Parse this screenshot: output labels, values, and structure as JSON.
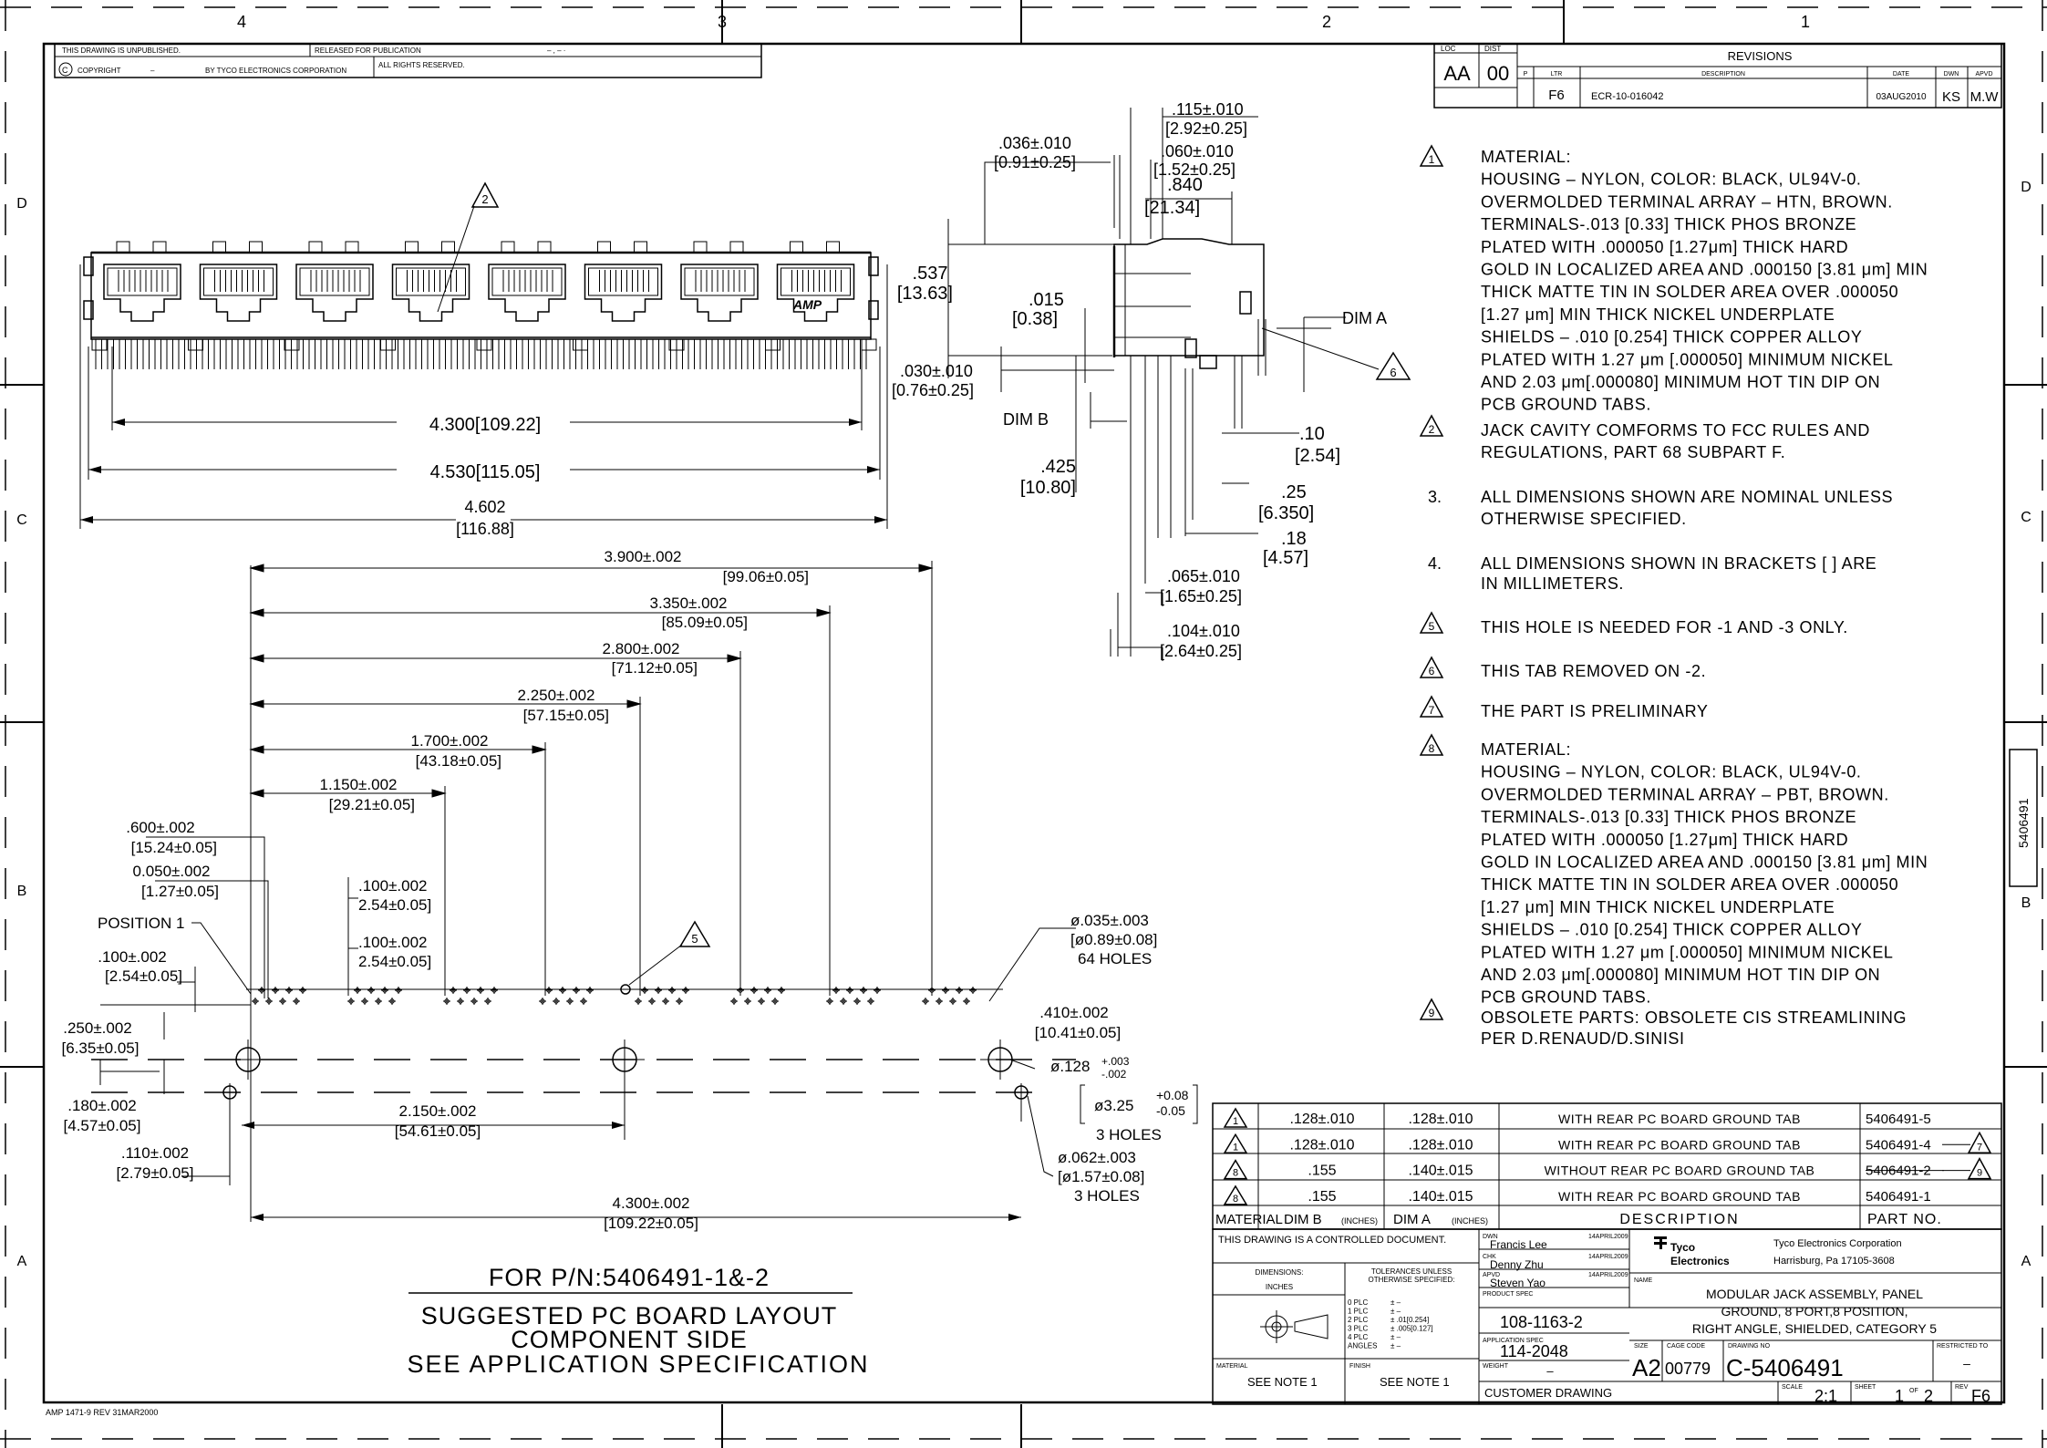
{
  "border": {
    "top_zones": [
      "4",
      "3",
      "2",
      "1"
    ],
    "side_zones": [
      "D",
      "C",
      "B",
      "A"
    ],
    "side_number": "5406491",
    "footer": "AMP 1471-9 REV 31MAR2000"
  },
  "header": {
    "unpublished": "THIS DRAWING IS UNPUBLISHED.",
    "released": "RELEASED FOR PUBLICATION",
    "copyright": "COPYRIGHT",
    "copyright_dash": "–",
    "copyright_by": "BY TYCO ELECTRONICS CORPORATION",
    "rights": "ALL RIGHTS RESERVED.",
    "released_date": "– , –  ·"
  },
  "revisions": {
    "title": "REVISIONS",
    "loc_label": "LOC",
    "loc": "AA",
    "dist_label": "DIST",
    "dist": "00",
    "p_label": "P",
    "ltr_label": "LTR",
    "desc_label": "DESCRIPTION",
    "date_label": "DATE",
    "dwn_label": "DWN",
    "apvd_label": "APVD",
    "ltr": "F6",
    "desc": "ECR-10-016042",
    "date": "03AUG2010",
    "dwn": "KS",
    "apvd": "M.W"
  },
  "front_view": {
    "note_flag": "2",
    "logo": "AMP",
    "d1": "4.300[109.22]",
    "d2": "4.530[115.05]",
    "d3a": "4.602",
    "d3b": "[116.88]"
  },
  "side_view": {
    "a1": ".115±.010",
    "a2": "[2.92±0.25]",
    "b1": ".036±.010",
    "b2": "[0.91±0.25]",
    "c1": ".060±.010",
    "c2": "[1.52±0.25]",
    "d1": ".840",
    "d2": "[21.34]",
    "e1": ".537",
    "e2": "[13.63]",
    "f1": ".015",
    "f2": "[0.38]",
    "dim_a": "DIM A",
    "flag6": "6",
    "g1": ".030±.010",
    "g2": "[0.76±0.25]",
    "dim_b": "DIM B",
    "h1": ".10",
    "h2": "[2.54]",
    "i1": ".425",
    "i2": "[10.80]",
    "j1": ".25",
    "j2": "[6.350]",
    "k1": ".18",
    "k2": "[4.57]",
    "l1": ".065±.010",
    "l2": "[1.65±0.25]",
    "m1": ".104±.010",
    "m2": "[2.64±0.25]"
  },
  "layout": {
    "d390a": "3.900±.002",
    "d390b": "[99.06±0.05]",
    "d335a": "3.350±.002",
    "d335b": "[85.09±0.05]",
    "d280a": "2.800±.002",
    "d280b": "[71.12±0.05]",
    "d225a": "2.250±.002",
    "d225b": "[57.15±0.05]",
    "d170a": "1.700±.002",
    "d170b": "[43.18±0.05]",
    "d115a": "1.150±.002",
    "d115b": "[29.21±0.05]",
    "d060a": ".600±.002",
    "d060b": "[15.24±0.05]",
    "d005a": "0.050±.002",
    "d005b": "[1.27±0.05]",
    "d100a": ".100±.002",
    "d100b": "2.54±0.05]",
    "d100c": ".100±.002",
    "d100d": "2.54±0.05]",
    "pos1": "POSITION 1",
    "d100e": ".100±.002",
    "d100f": "[2.54±0.05]",
    "flag5": "5",
    "hole1a": "ø.035±.003",
    "hole1b": "[ø0.89±0.08]",
    "hole1c": "64 HOLES",
    "d410a": ".410±.002",
    "d410b": "[10.41±0.05]",
    "d250a": ".250±.002",
    "d250b": "[6.35±0.05]",
    "hole2a": "ø.128",
    "hole2tol1": "+.003",
    "hole2tol2": "-.002",
    "hole2b": "ø3.25",
    "hole2tol3": "+0.08",
    "hole2tol4": "-0.05",
    "hole2c": "3 HOLES",
    "d180a": ".180±.002",
    "d180b": "[4.57±0.05]",
    "d215a": "2.150±.002",
    "d215b": "[54.61±0.05]",
    "d110a": ".110±.002",
    "d110b": "[2.79±0.05]",
    "hole3a": "ø.062±.003",
    "hole3b": "[ø1.57±0.08]",
    "hole3c": "3 HOLES",
    "d430a": "4.300±.002",
    "d430b": "[109.22±0.05]"
  },
  "caption": {
    "l1": "FOR P/N:5406491-1&-2",
    "l2": "SUGGESTED PC BOARD LAYOUT",
    "l3": "COMPONENT SIDE",
    "l4": "SEE APPLICATION SPECIFICATION"
  },
  "notes": {
    "n1_flag": "1",
    "n1": [
      "MATERIAL:",
      "HOUSING – NYLON, COLOR: BLACK, UL94V-0.",
      "OVERMOLDED TERMINAL ARRAY – HTN, BROWN.",
      "TERMINALS-.013 [0.33] THICK PHOS BRONZE",
      "PLATED WITH .000050 [1.27μm] THICK HARD",
      "GOLD IN LOCALIZED AREA AND .000150 [3.81 μm] MIN",
      "THICK MATTE TIN IN SOLDER AREA OVER .000050",
      "[1.27 μm] MIN THICK NICKEL UNDERPLATE",
      "SHIELDS – .010 [0.254] THICK COPPER ALLOY",
      "PLATED WITH 1.27 μm [.000050] MINIMUM NICKEL",
      "AND 2.03 μm[.000080] MINIMUM HOT TIN DIP ON",
      "PCB GROUND TABS."
    ],
    "n2_flag": "2",
    "n2": [
      "JACK CAVITY COMFORMS TO FCC RULES AND",
      "REGULATIONS, PART 68 SUBPART F."
    ],
    "n3_num": "3.",
    "n3": [
      "ALL DIMENSIONS SHOWN ARE NOMINAL UNLESS",
      "OTHERWISE SPECIFIED."
    ],
    "n4_num": "4.",
    "n4": [
      "ALL DIMENSIONS SHOWN IN BRACKETS [ ] ARE",
      "IN MILLIMETERS."
    ],
    "n5_flag": "5",
    "n5": "THIS HOLE IS NEEDED FOR -1 AND -3 ONLY.",
    "n6_flag": "6",
    "n6": "THIS TAB REMOVED ON -2.",
    "n7_flag": "7",
    "n7": "THE PART IS PRELIMINARY",
    "n8_flag": "8",
    "n8": [
      "MATERIAL:",
      "HOUSING – NYLON, COLOR: BLACK, UL94V-0.",
      "OVERMOLDED TERMINAL ARRAY – PBT, BROWN.",
      "TERMINALS-.013 [0.33] THICK PHOS BRONZE",
      "PLATED WITH .000050 [1.27μm] THICK HARD",
      "GOLD IN LOCALIZED AREA AND .000150 [3.81 μm] MIN",
      "THICK MATTE TIN IN SOLDER AREA OVER .000050",
      "[1.27 μm] MIN THICK NICKEL UNDERPLATE",
      "SHIELDS – .010 [0.254] THICK COPPER ALLOY",
      "PLATED WITH 1.27 μm [.000050] MINIMUM NICKEL",
      "AND 2.03 μm[.000080] MINIMUM HOT TIN DIP ON",
      "PCB GROUND TABS."
    ],
    "n9_flag": "9",
    "n9": [
      "OBSOLETE PARTS: OBSOLETE CIS STREAMLINING",
      "PER D.RENAUD/D.SINISI"
    ]
  },
  "parts_table": {
    "rows": [
      {
        "flag": "1",
        "dim_b": ".128±.010",
        "dim_a": ".128±.010",
        "desc": "WITH REAR PC BOARD GROUND TAB",
        "part": "5406491-5",
        "mark": ""
      },
      {
        "flag": "1",
        "dim_b": ".128±.010",
        "dim_a": ".128±.010",
        "desc": "WITH REAR PC BOARD GROUND TAB",
        "part": "5406491-4",
        "mark": "7"
      },
      {
        "flag": "8",
        "dim_b": ".155",
        "dim_a": ".140±.015",
        "desc": "WITHOUT REAR PC BOARD GROUND TAB",
        "part": "5406491-2",
        "mark": "9"
      },
      {
        "flag": "8",
        "dim_b": ".155",
        "dim_a": ".140±.015",
        "desc": "WITH REAR PC BOARD GROUND TAB",
        "part": "5406491-1",
        "mark": ""
      }
    ],
    "h_material": "MATERIAL",
    "h_dimb": "DIM B",
    "h_dima": "DIM A",
    "h_inches": "(INCHES)",
    "h_desc": "DESCRIPTION",
    "h_part": "PART NO."
  },
  "title_block": {
    "controlled": "THIS DRAWING IS A CONTROLLED DOCUMENT.",
    "dwn_label": "DWN",
    "dwn_name": "Francis Lee",
    "dwn_date": "14APRIL2009",
    "chk_label": "CHK",
    "chk_name": "Denny Zhu",
    "chk_date": "14APRIL2009",
    "apvd_label": "APVD",
    "apvd_name": "Steven Yao",
    "apvd_date": "14APRIL2009",
    "dimensions_label": "DIMENSIONS:",
    "dimensions_unit": "INCHES",
    "tol_label_1": "TOLERANCES UNLESS",
    "tol_label_2": "OTHERWISE SPECIFIED:",
    "tol_rows": [
      {
        "plc": "0 PLC",
        "val": "± –"
      },
      {
        "plc": "1 PLC",
        "val": "± –"
      },
      {
        "plc": "2 PLC",
        "val": "± .01[0.254]"
      },
      {
        "plc": "3 PLC",
        "val": "± .005[0.127]"
      },
      {
        "plc": "4 PLC",
        "val": "± –"
      },
      {
        "plc": "ANGLES",
        "val": "± –"
      }
    ],
    "product_spec_label": "PRODUCT SPEC",
    "product_spec": "108-1163-2",
    "app_spec_label": "APPLICATION SPEC",
    "app_spec": "114-2048",
    "weight_label": "WEIGHT",
    "weight": "–",
    "material_label": "MATERIAL",
    "material": "SEE NOTE 1",
    "finish_label": "FINISH",
    "finish": "SEE NOTE 1",
    "customer_drawing": "CUSTOMER DRAWING",
    "logo_line1": "Tyco",
    "logo_line2": "Electronics",
    "company": "Tyco Electronics Corporation",
    "address": "Harrisburg, Pa 17105-3608",
    "name_label": "NAME",
    "name_l1": "MODULAR JACK ASSEMBLY, PANEL",
    "name_l2": "GROUND, 8 PORT,8 POSITION,",
    "name_l3": "RIGHT ANGLE, SHIELDED, CATEGORY 5",
    "size_label": "SIZE",
    "size": "A2",
    "cage_label": "CAGE CODE",
    "cage": "00779",
    "dwg_label": "DRAWING NO",
    "dwg": "C-5406491",
    "restricted_label": "RESTRICTED TO",
    "restricted": "–",
    "scale_label": "SCALE",
    "scale": "2:1",
    "sheet_label": "SHEET",
    "sheet": "1",
    "of_label": "OF",
    "of": "2",
    "rev_label": "REV",
    "rev": "F6"
  }
}
